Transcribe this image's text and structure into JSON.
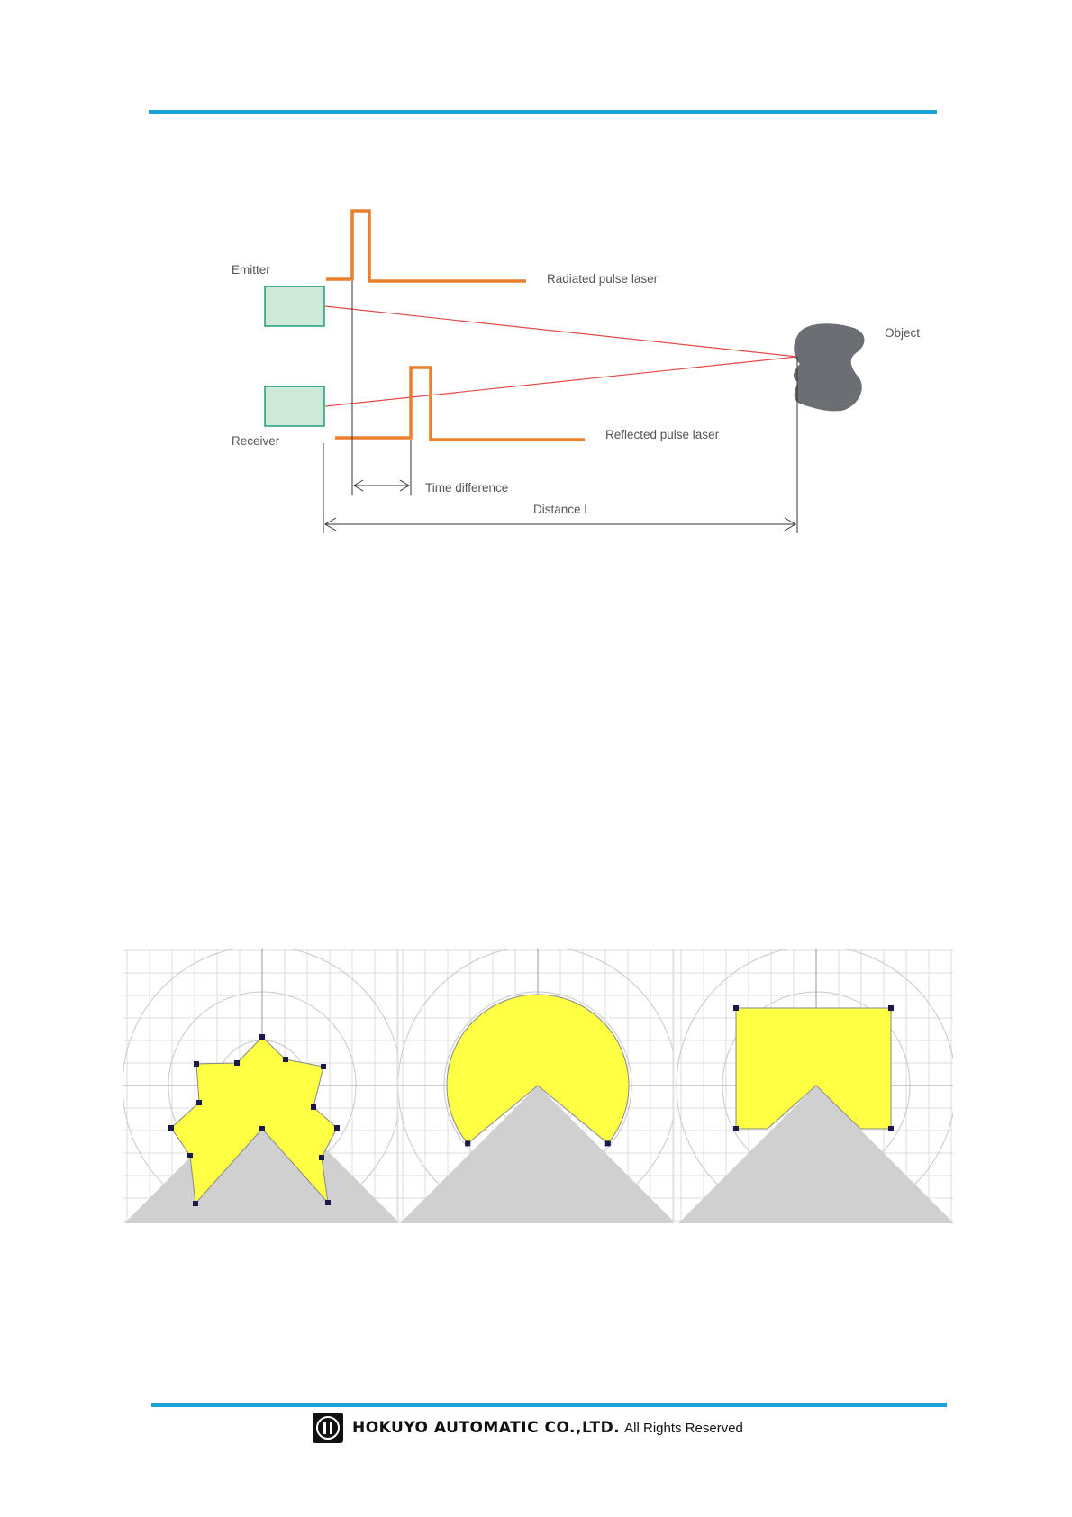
{
  "diagram": {
    "labels": {
      "emitter": "Emitter",
      "receiver": "Receiver",
      "radiated": "Radiated pulse laser",
      "reflected": "Reflected pulse laser",
      "object": "Object",
      "time_difference": "Time difference",
      "distance": "Distance L"
    },
    "colors": {
      "pulse": "#ea7f2c",
      "beam": "#e34a4a",
      "box_fill": "#cfe9d9",
      "box_stroke": "#1f9e72",
      "object": "#6b6e72"
    }
  },
  "area_examples": {
    "colors": {
      "area_fill": "#ffff44",
      "dead_zone": "#d0d0d0",
      "vertex": "#1a1a4a"
    }
  },
  "footer": {
    "company": "HOKUYO AUTOMATIC CO.,LTD.",
    "rights": "All Rights Reserved"
  }
}
